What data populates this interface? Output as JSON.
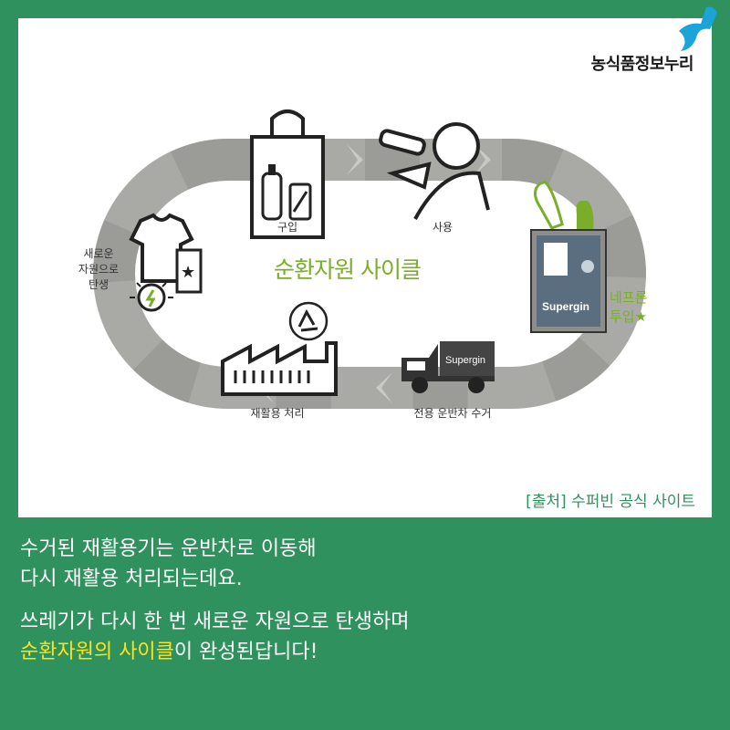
{
  "brand": {
    "name": "농식품정보누리",
    "accent": "#2f915e",
    "logo_color": "#1ba4d8"
  },
  "diagram": {
    "center_title": "순환자원 사이클",
    "steps": [
      {
        "label": "구입",
        "icon": "shopping-bag-icon"
      },
      {
        "label": "사용",
        "icon": "person-drinking-icon"
      },
      {
        "label_line1": "네프론",
        "label_line2": "투입★",
        "icon": "nephron-machine-icon"
      },
      {
        "label": "전용 운반차 수거",
        "icon": "truck-icon"
      },
      {
        "label": "재활용 처리",
        "icon": "factory-icon"
      },
      {
        "label_line1": "새로운",
        "label_line2": "자원으로",
        "label_line3": "탄생",
        "icon": "tshirt-icon"
      }
    ],
    "machine_brand": "Supergin",
    "truck_brand": "Supergin"
  },
  "source": "[출처] 수퍼빈 공식 사이트",
  "caption": {
    "line1": "수거된 재활용기는 운반차로 이동해",
    "line2": "다시 재활용 처리되는데요.",
    "line3": "쓰레기가 다시 한 번 새로운 자원으로 탄생하며",
    "line4_highlight": "순환자원의 사이클",
    "line4_rest": "이 완성된답니다!",
    "highlight_color": "#ffe21a"
  }
}
